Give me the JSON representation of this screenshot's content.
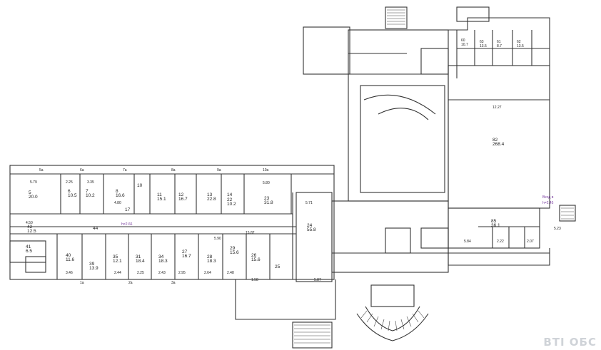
{
  "drawing": {
    "wing_letters": [
      "5a",
      "6a",
      "7a",
      "8a",
      "9a",
      "10a",
      "3a",
      "2a",
      "1a"
    ],
    "labels": [
      {
        "id": "r5",
        "text": "5\n20.0"
      },
      {
        "id": "r6",
        "text": "6\n10.5"
      },
      {
        "id": "r7",
        "text": "7\n10.2"
      },
      {
        "id": "r8",
        "text": "8\n16.6"
      },
      {
        "id": "r10",
        "text": "10"
      },
      {
        "id": "r11",
        "text": "11\n15.1"
      },
      {
        "id": "r12",
        "text": "12\n16.7"
      },
      {
        "id": "r13",
        "text": "13\n22.8"
      },
      {
        "id": "r14",
        "text": "14\n"
      },
      {
        "id": "r17",
        "text": "17"
      },
      {
        "id": "r22",
        "text": "22\n10.2"
      },
      {
        "id": "r23",
        "text": "23\n31.8"
      },
      {
        "id": "r24",
        "text": "24\n55.8"
      },
      {
        "id": "r25",
        "text": "25"
      },
      {
        "id": "r26",
        "text": "26\n15.6"
      },
      {
        "id": "r27",
        "text": "27\n16.7"
      },
      {
        "id": "r28",
        "text": "28\n18.3"
      },
      {
        "id": "r29",
        "text": "29\n15.6"
      },
      {
        "id": "r31",
        "text": "31\n18.4"
      },
      {
        "id": "r34",
        "text": "34\n18.3"
      },
      {
        "id": "r35",
        "text": "35\n12.1"
      },
      {
        "id": "r39",
        "text": "39\n13.9"
      },
      {
        "id": "r40",
        "text": "40\n11.6"
      },
      {
        "id": "r41",
        "text": "41\n6.5"
      },
      {
        "id": "r42",
        "text": "42\n12.5"
      },
      {
        "id": "r44",
        "text": "44"
      },
      {
        "id": "r60",
        "text": "60\n10.7"
      },
      {
        "id": "r61",
        "text": "61\n8.7"
      },
      {
        "id": "r62",
        "text": "62\n13.5"
      },
      {
        "id": "r63",
        "text": "63\n13.5"
      },
      {
        "id": "r82",
        "text": "82\n268.4"
      },
      {
        "id": "r85",
        "text": "85\n36.1"
      },
      {
        "id": "d1",
        "text": "5.79"
      },
      {
        "id": "d2",
        "text": "2.25"
      },
      {
        "id": "d3",
        "text": "3.35"
      },
      {
        "id": "d4",
        "text": "4.80"
      },
      {
        "id": "d5",
        "text": "5.80"
      },
      {
        "id": "d6",
        "text": "4.50"
      },
      {
        "id": "d7",
        "text": "5.71"
      },
      {
        "id": "d8",
        "text": "12.27"
      },
      {
        "id": "d9",
        "text": "3.46"
      },
      {
        "id": "d10",
        "text": "2.44"
      },
      {
        "id": "d11",
        "text": "2.25"
      },
      {
        "id": "d12",
        "text": "2.43"
      },
      {
        "id": "d13",
        "text": "2.95"
      },
      {
        "id": "d14",
        "text": "2.64"
      },
      {
        "id": "d15",
        "text": "2.48"
      },
      {
        "id": "d16",
        "text": "1.58"
      },
      {
        "id": "d17",
        "text": "5.84"
      },
      {
        "id": "d18",
        "text": "5.23"
      },
      {
        "id": "d19",
        "text": "2.22"
      },
      {
        "id": "d20",
        "text": "2.07"
      },
      {
        "id": "d21",
        "text": "5.90"
      },
      {
        "id": "d22",
        "text": "15.82"
      },
      {
        "id": "d23",
        "text": "5.87"
      }
    ],
    "notes": [
      {
        "id": "n1",
        "text": "Вход в"
      },
      {
        "id": "n2",
        "text": "h=2.45"
      },
      {
        "id": "n3",
        "text": "h=2.66"
      }
    ],
    "watermark": "BTI ОБС"
  }
}
